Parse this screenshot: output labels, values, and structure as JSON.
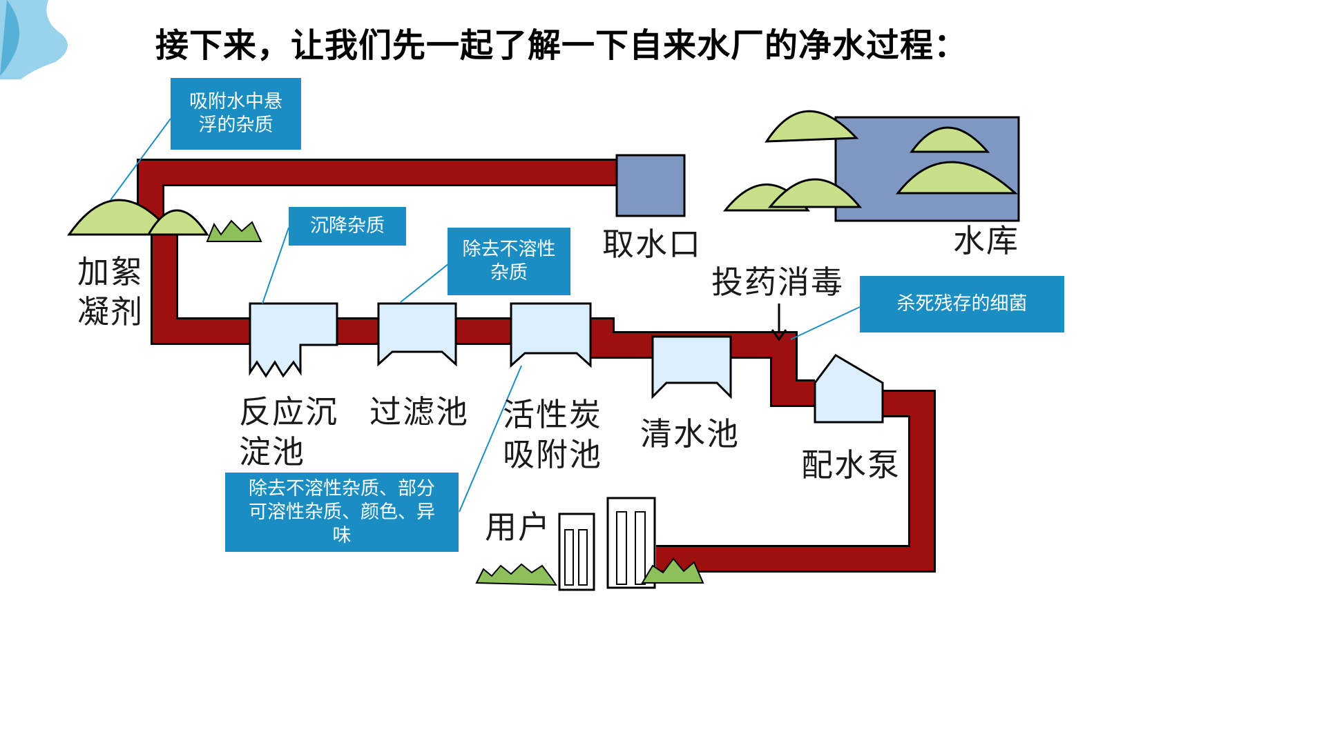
{
  "title": "接下来，让我们先一起了解一下自来水厂的净水过程：",
  "labels": {
    "qushuikou": "取水口",
    "shuiku": "水库",
    "jiaxu": "加絮\n凝剂",
    "fanying": "反应沉\n淀池",
    "guolv": "过滤池",
    "huoxingtan": "活性炭\n吸附池",
    "qingshuichi": "清水池",
    "touyao": "投药消毒",
    "peishuibeng": "配水泵",
    "yonghu": "用户"
  },
  "callouts": {
    "adsorb": "吸附水中悬\n浮的杂质",
    "settle": "沉降杂质",
    "remove_insoluble": "除去不溶性\n杂质",
    "kill": "杀死残存的细菌",
    "carbon": "除去不溶性杂质、部分\n可溶性杂质、颜色、异\n味"
  },
  "colors": {
    "pipe": "#9e1010",
    "callout": "#1a8ec2",
    "tank_water": "#dcefff",
    "hill": "#c8e08a",
    "reservoir": "#7f98c2",
    "intake": "#7f98c2"
  }
}
